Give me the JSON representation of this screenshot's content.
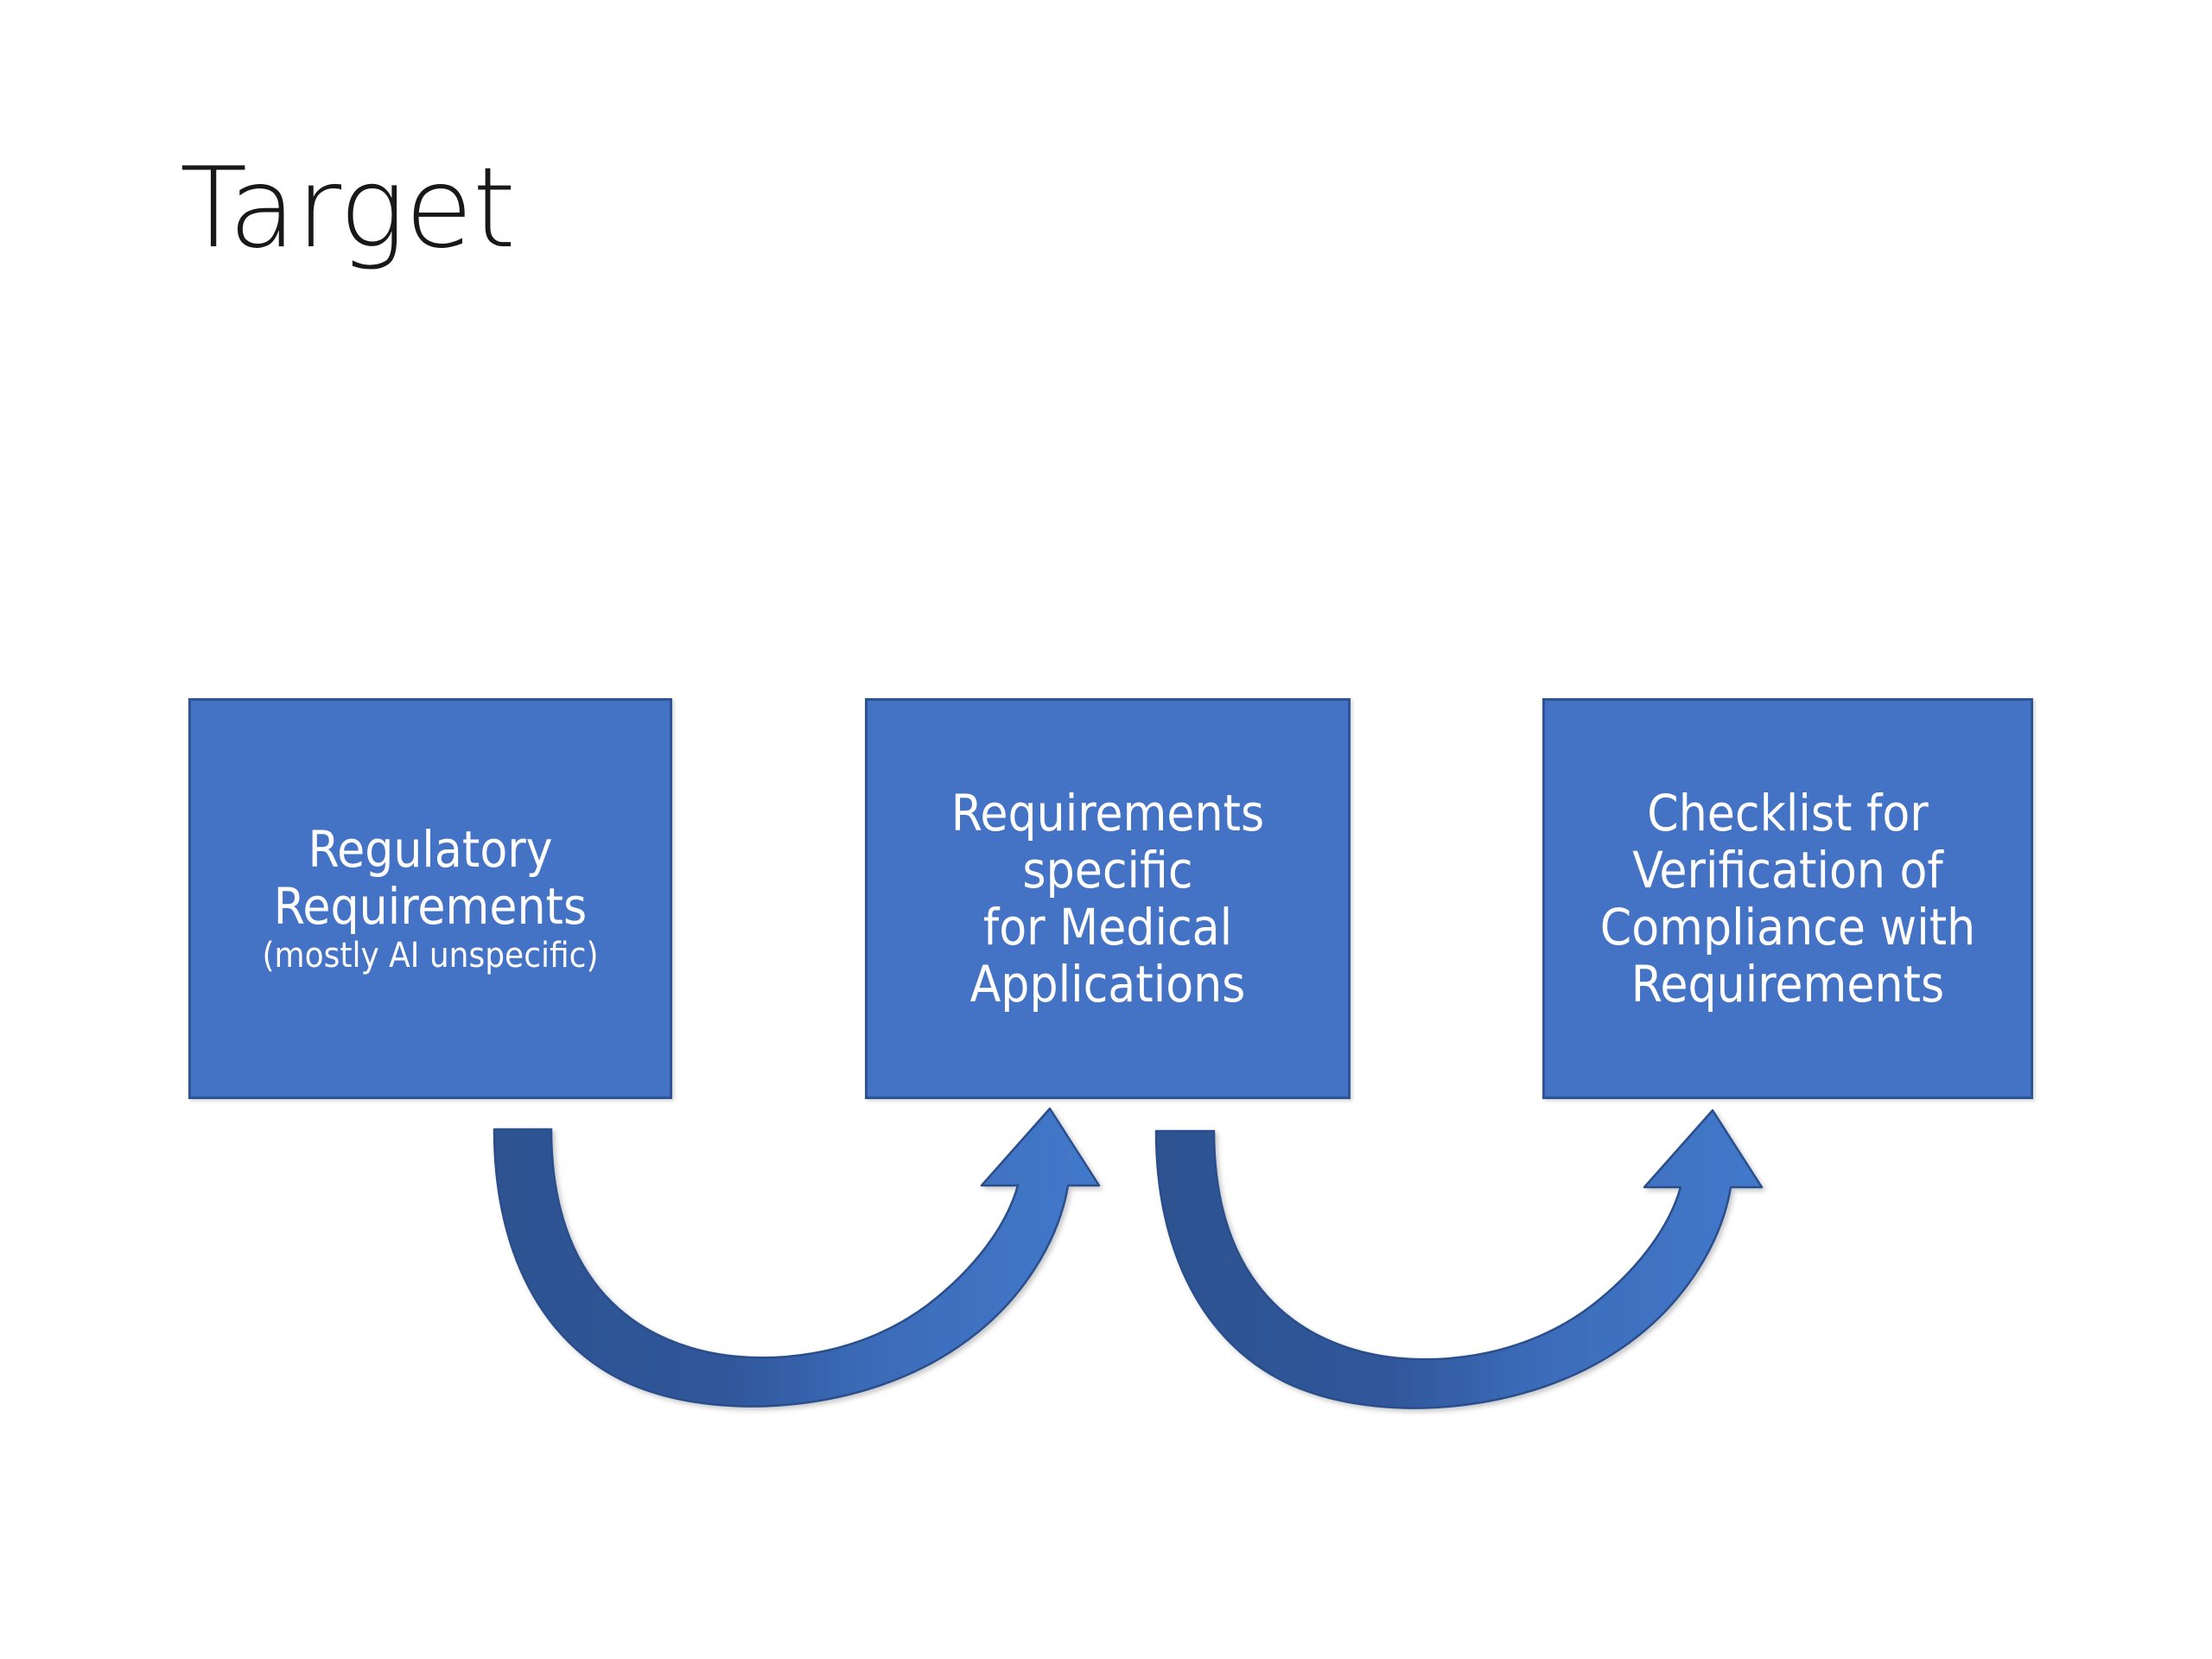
{
  "slide": {
    "title": "Target",
    "background_color": "#FFFFFF"
  },
  "theme": {
    "box_fill": "#4472C4",
    "box_border": "#2E5496",
    "box_text_color": "#FFFFFF",
    "arrow_dark": "#2F5597",
    "arrow_light": "#4176C8",
    "title_color": "#181818"
  },
  "flow": {
    "boxes": [
      {
        "id": "regulatory-requirements",
        "main": "Regulatory\nRequirements",
        "main_lines": [
          "Regulatory",
          "Requirements"
        ],
        "sub": "(mostly AI unspecific)"
      },
      {
        "id": "medical-requirements",
        "main": "Requirements specific\nfor Medical\nApplications",
        "main_lines": [
          "Requirements specific",
          "for Medical",
          "Applications"
        ],
        "sub": ""
      },
      {
        "id": "compliance-checklist",
        "main": "Checklist for\nVerification of\nCompliance with\nRequirements",
        "main_lines": [
          "Checklist for",
          "Verification of",
          "Compliance with",
          "Requirements"
        ],
        "sub": ""
      }
    ],
    "arrows": [
      {
        "id": "arrow-1",
        "from": "regulatory-requirements",
        "to": "medical-requirements",
        "shape": "curved-up-arrow",
        "direction": "left-to-right"
      },
      {
        "id": "arrow-2",
        "from": "medical-requirements",
        "to": "compliance-checklist",
        "shape": "curved-up-arrow",
        "direction": "left-to-right"
      }
    ]
  }
}
